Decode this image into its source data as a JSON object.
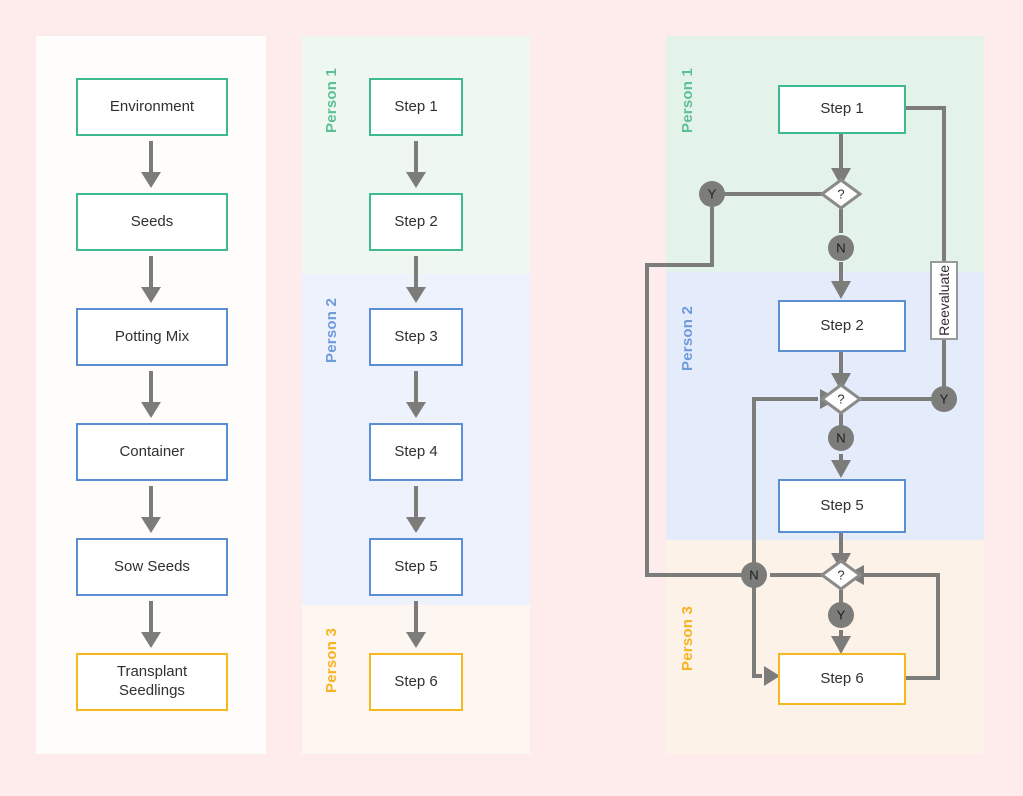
{
  "page": {
    "background": "#fdeceb",
    "panel_background": "#fffdfc"
  },
  "colors": {
    "green": "#3fb98f",
    "blue": "#5b8fd4",
    "orange": "#f5b91f",
    "connector": "#7c7c7a",
    "lane_green_fill": "#e4f3ea",
    "lane_blue_fill": "#e4ebfb",
    "lane_orange_fill": "#fdf2e7"
  },
  "panel_simple": {
    "name": "linear-process",
    "nodes": [
      {
        "label": "Environment",
        "color": "green"
      },
      {
        "label": "Seeds",
        "color": "green"
      },
      {
        "label": "Potting Mix",
        "color": "blue"
      },
      {
        "label": "Container",
        "color": "blue"
      },
      {
        "label": "Sow Seeds",
        "color": "blue"
      },
      {
        "label": "Transplant\nSeedlings",
        "color": "orange"
      }
    ]
  },
  "panel_lanes": {
    "name": "swimlane-process",
    "lanes": [
      {
        "title": "Person 1",
        "color": "green"
      },
      {
        "title": "Person 2",
        "color": "blue"
      },
      {
        "title": "Person 3",
        "color": "orange"
      }
    ],
    "nodes": [
      {
        "label": "Step 1",
        "color": "green",
        "lane": "Person 1"
      },
      {
        "label": "Step 2",
        "color": "green",
        "lane": "Person 1"
      },
      {
        "label": "Step 3",
        "color": "blue",
        "lane": "Person 2"
      },
      {
        "label": "Step 4",
        "color": "blue",
        "lane": "Person 2"
      },
      {
        "label": "Step 5",
        "color": "blue",
        "lane": "Person 2"
      },
      {
        "label": "Step 6",
        "color": "orange",
        "lane": "Person 3"
      }
    ]
  },
  "panel_decision": {
    "name": "swimlane-decision-process",
    "lanes": [
      {
        "title": "Person 1",
        "color": "green"
      },
      {
        "title": "Person 2",
        "color": "blue"
      },
      {
        "title": "Person 3",
        "color": "orange"
      }
    ],
    "nodes": [
      {
        "label": "Step 1",
        "color": "green",
        "lane": "Person 1"
      },
      {
        "label": "Step 2",
        "color": "blue",
        "lane": "Person 2"
      },
      {
        "label": "Step 5",
        "color": "blue",
        "lane": "Person 2"
      },
      {
        "label": "Step 6",
        "color": "orange",
        "lane": "Person 3"
      }
    ],
    "decisions": [
      {
        "label": "?",
        "lane": "Person 1",
        "yes_branch": "Y",
        "no_branch": "N"
      },
      {
        "label": "?",
        "lane": "Person 2",
        "yes_branch": "Y",
        "no_branch": "N"
      },
      {
        "label": "?",
        "lane": "Person 3",
        "yes_branch": "Y",
        "no_branch": "N"
      }
    ],
    "annotation_box": {
      "label": "Reevaluate"
    },
    "badges": [
      {
        "text": "Y",
        "near": "decision-1"
      },
      {
        "text": "N",
        "near": "decision-1"
      },
      {
        "text": "Y",
        "near": "decision-2"
      },
      {
        "text": "N",
        "near": "decision-2"
      },
      {
        "text": "N",
        "near": "decision-3"
      },
      {
        "text": "Y",
        "near": "decision-3"
      }
    ]
  }
}
